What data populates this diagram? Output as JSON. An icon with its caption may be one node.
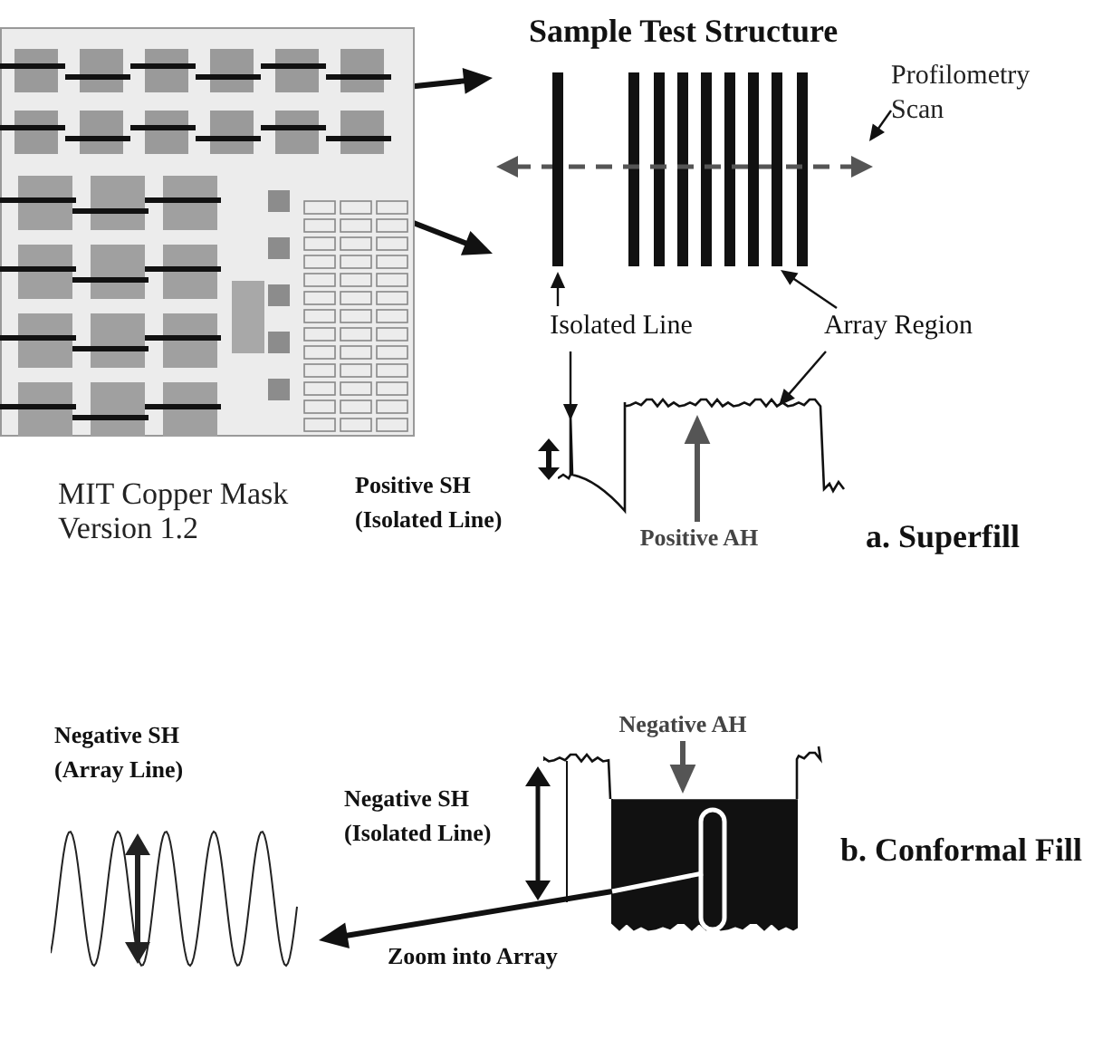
{
  "diagram": {
    "nodes": [
      {
        "text": [],
        "shape": "picture",
        "beside": [
          "MIT Copper Mask Version 1.2"
        ]
      },
      {
        "text": [
          "Sample Test Structure"
        ]
      },
      {
        "text": [],
        "shape": "bar",
        "in": 1
      },
      {
        "text": [],
        "shape": "bar",
        "in": 1
      },
      {
        "text": [
          "Profilometry Scan"
        ]
      },
      {
        "text": [
          "Isolated Line"
        ]
      },
      {
        "text": [
          "Array Region"
        ]
      },
      {
        "text": [],
        "shape": "picture",
        "beside": [
          "a. Superfill"
        ]
      },
      {
        "text": [
          "Positive AH"
        ]
      },
      {
        "text": [],
        "shape": "picture",
        "beside": [
          "b. Conformal Fill"
        ]
      },
      {
        "text": [
          "Negative AH"
        ]
      },
      {
        "text": [],
        "shape": "picture",
        "beside": [
          "Negative SH (Array Line)"
        ]
      }
    ],
    "edges": [
      {
        "from": 0,
        "to": 1,
        "arrow": "to",
        "style": "thick"
      },
      {
        "from": 0,
        "to": 1,
        "arrow": "to",
        "style": "thick"
      },
      {
        "from": 4,
        "to": null,
        "arrow": "to"
      },
      {
        "from": 5,
        "to": 2,
        "arrow": "to"
      },
      {
        "from": 5,
        "to": 7,
        "arrow": "to"
      },
      {
        "from": 6,
        "to": 3,
        "arrow": "to"
      },
      {
        "from": 6,
        "to": 7,
        "arrow": "to"
      },
      {
        "from": 8,
        "to": 7,
        "arrow": "to",
        "style": "thick",
        "color": "#555555"
      },
      {
        "from": 10,
        "to": 9,
        "arrow": "to",
        "style": "thick",
        "color": "#555555"
      },
      {
        "from": 9,
        "to": 11,
        "arrow": "to",
        "style": "thick",
        "label": "Zoom into Array"
      }
    ],
    "labels": [
      "Positive SH (Isolated Line)",
      "Negative SH (Isolated Line)"
    ]
  }
}
